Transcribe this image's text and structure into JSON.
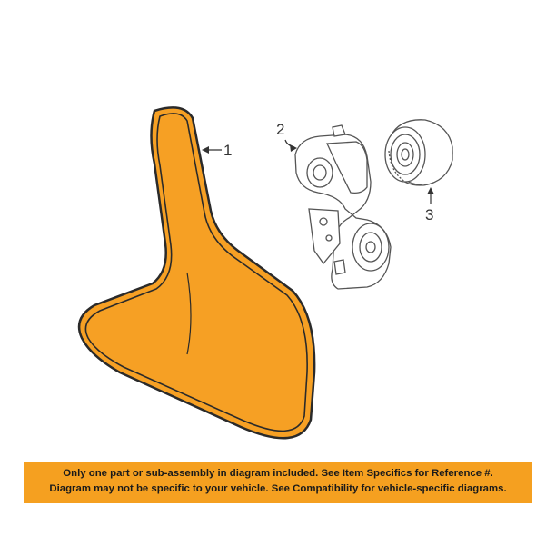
{
  "callouts": {
    "belt": "1",
    "tensioner": "2",
    "idler_pulley": "3"
  },
  "parts": [
    "serpentine-belt",
    "belt-tensioner",
    "idler-pulley"
  ],
  "highlight_color": "#f6a024",
  "disclaimer": {
    "line1": "Only one part or sub-assembly in diagram included. See Item Specifics for Reference #.",
    "line2": "Diagram may not be specific to your vehicle. See Compatibility for vehicle-specific diagrams.",
    "background": "#f5a020"
  }
}
